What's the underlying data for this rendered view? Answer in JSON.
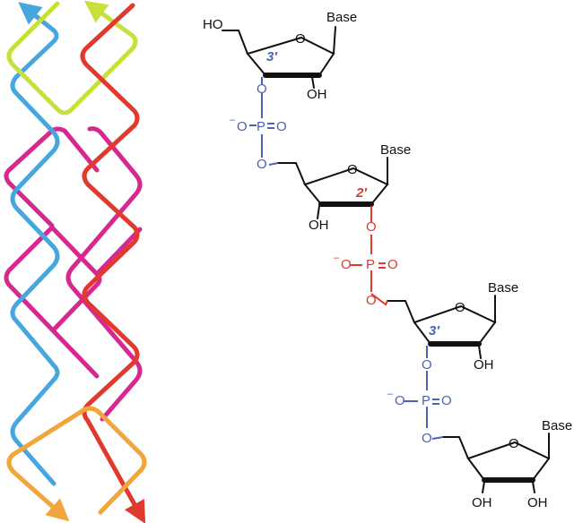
{
  "colors": {
    "blue": "#46a6e0",
    "yellow_green": "#c8df3c",
    "red": "#e0392d",
    "magenta": "#d6288f",
    "orange": "#f0a63a",
    "bond": "#111111",
    "linkage_blue": "#4a63b8",
    "linkage_red": "#e0392d"
  },
  "chem": {
    "ho": "HO",
    "oh": "OH",
    "base": "Base",
    "ring_o": "O",
    "phos_p": "P",
    "phos_o": "O",
    "phos_o_minus": "O",
    "minus": "–",
    "eq": "=",
    "prime_3": "3′",
    "prime_2": "2′"
  }
}
